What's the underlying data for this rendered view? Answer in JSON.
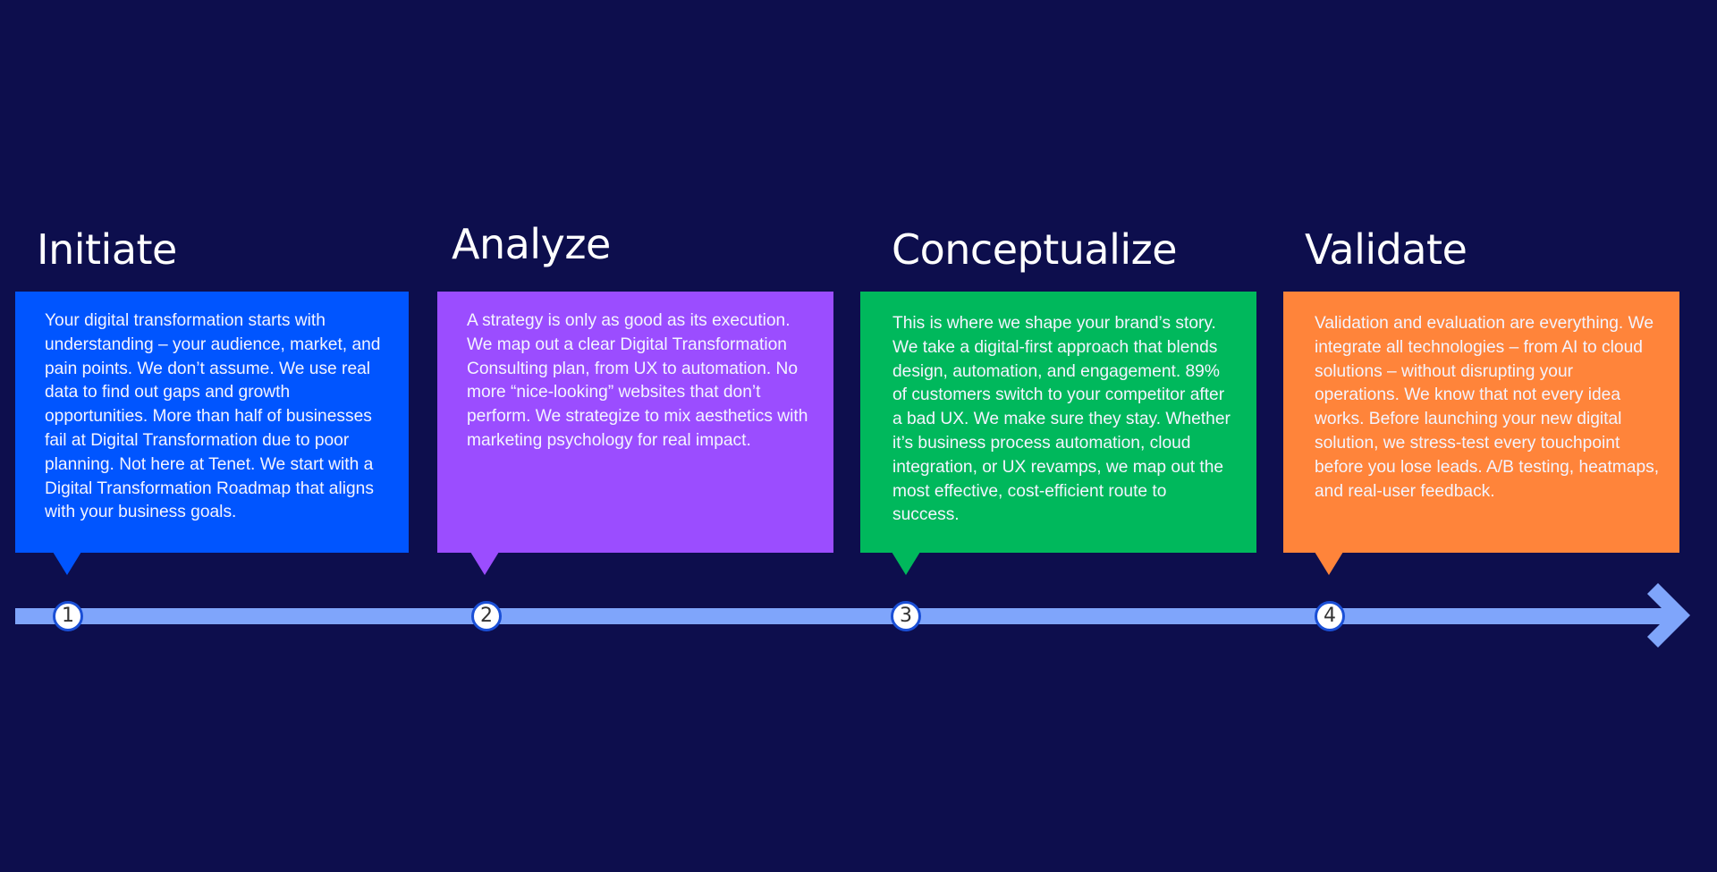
{
  "colors": {
    "background": "#0d0e4d",
    "timeline": "#7fa5fb",
    "marker_border": "#1a4fd6"
  },
  "stages": [
    {
      "number": "1",
      "title": "Initiate",
      "color": "#0055ff",
      "text": "Your digital transformation starts with understanding – your audience, market, and pain points. We don’t assume. We use real data to find out gaps and growth opportunities. More than half of businesses fail at Digital Transformation due to poor planning. Not here at Tenet. We start with a Digital Transformation Roadmap that aligns with your business goals."
    },
    {
      "number": "2",
      "title": "Analyze",
      "color": "#9b4dff",
      "text": "A strategy is only as good as its execution. We map out a clear Digital Transformation Consulting plan, from UX to automation. No more “nice-looking” websites that don’t perform. We strategize to mix aesthetics with marketing psychology for real impact."
    },
    {
      "number": "3",
      "title": "Conceptualize",
      "color": "#00b85c",
      "text": "This is where we shape your brand’s story. We take a digital-first approach that blends design, automation, and engagement. 89% of customers switch to your competitor after a bad UX. We make sure they stay. Whether it’s business process automation, cloud integration, or UX revamps, we map out the most effective, cost-efficient route to success."
    },
    {
      "number": "4",
      "title": "Validate",
      "color": "#ff843a",
      "text": "Validation and evaluation are everything. We integrate all technologies – from AI to cloud solutions – without disrupting your operations. We know that not every idea works. Before launching your new digital solution, we stress-test every touchpoint before you lose leads. A/B testing, heatmaps, and real-user feedback."
    }
  ]
}
